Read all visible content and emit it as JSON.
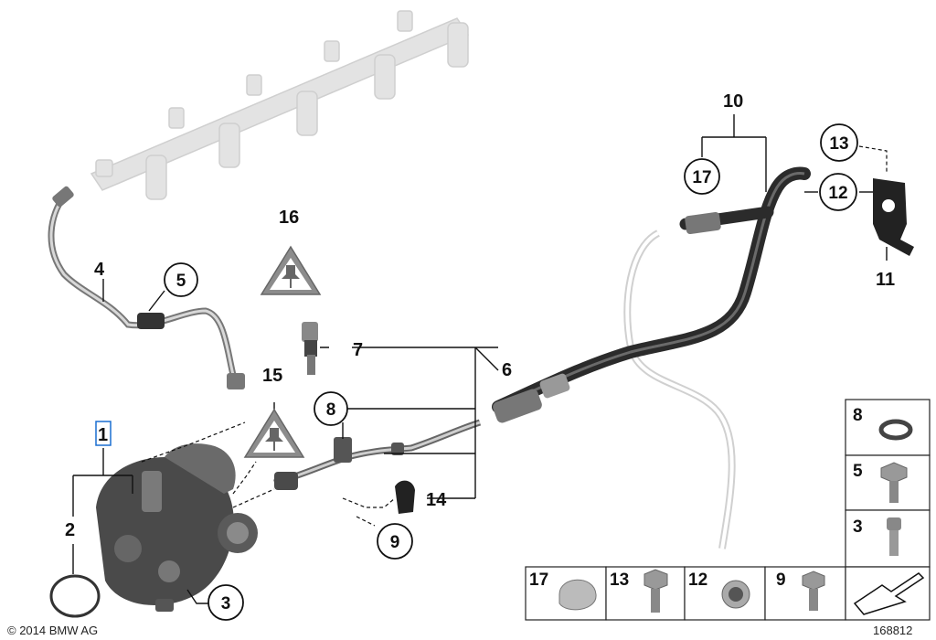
{
  "callouts": {
    "c1": "1",
    "c2": "2",
    "c3": "3",
    "c4": "4",
    "c5": "5",
    "c6": "6",
    "c7": "7",
    "c8": "8",
    "c9": "9",
    "c10": "10",
    "c11": "11",
    "c12": "12",
    "c13": "13",
    "c14": "14",
    "c15": "15",
    "c16": "16",
    "c17": "17"
  },
  "legend_side": {
    "a": "8",
    "b": "5",
    "c": "3"
  },
  "legend_bottom": {
    "a": "17",
    "b": "13",
    "c": "12",
    "d": "9"
  },
  "footer": {
    "copyright": "© 2014 BMW AG",
    "diagram_number": "168812"
  },
  "colors": {
    "hose": "#2b2b2b",
    "fuel_rail": "#d9d9d9",
    "line_metal": "#8a8a8a",
    "ghost_line": "#cfcfcf",
    "warning_fill": "#8c8c8c"
  }
}
